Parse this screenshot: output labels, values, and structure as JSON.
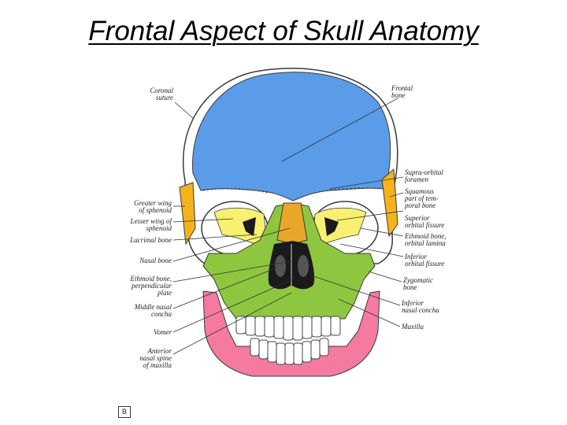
{
  "title": "Frontal Aspect of Skull Anatomy",
  "panel_marker": "B",
  "colors": {
    "frontal": "#5b9ce8",
    "sphenoid": "#f5b21b",
    "ethmoid": "#f8f070",
    "maxilla": "#8ec63f",
    "mandible": "#f47aa0",
    "nasal": "#e9a72a",
    "outline": "#3a3a3a",
    "bone_white": "#ffffff",
    "shadow": "#1a1a1a"
  },
  "labels": {
    "coronal_suture": "Coronal\nsuture",
    "frontal_bone": "Frontal\nbone",
    "supra_orbital_foramen": "Supra-orbital\nforamen",
    "squamous_part": "Squamous\npart of tem-\nporal bone",
    "superior_orbital_fissure": "Superior\norbital fissure",
    "ethmoid_orbital_lamina": "Ethmoid bone,\norbital lamina",
    "inferior_orbital_fissure": "Inferior\norbital fissure",
    "zygomatic_bone": "Zygomatic\nbone",
    "inferior_nasal_concha": "Inferior\nnasal concha",
    "maxilla": "Maxilla",
    "greater_wing": "Greater wing\nof sphenoid",
    "lesser_wing": "Lesser wing of\nsphenoid",
    "lacrimal_bone": "Lacrimal bone",
    "nasal_bone": "Nasal bone",
    "ethmoid_perpendicular": "Ethmoid bone,\nperpendicular\nplate",
    "middle_nasal_concha": "Middle nasal\nconcha",
    "vomer": "Vomer",
    "anterior_nasal_spine": "Anterior\nnasal spine\nof maxilla"
  }
}
